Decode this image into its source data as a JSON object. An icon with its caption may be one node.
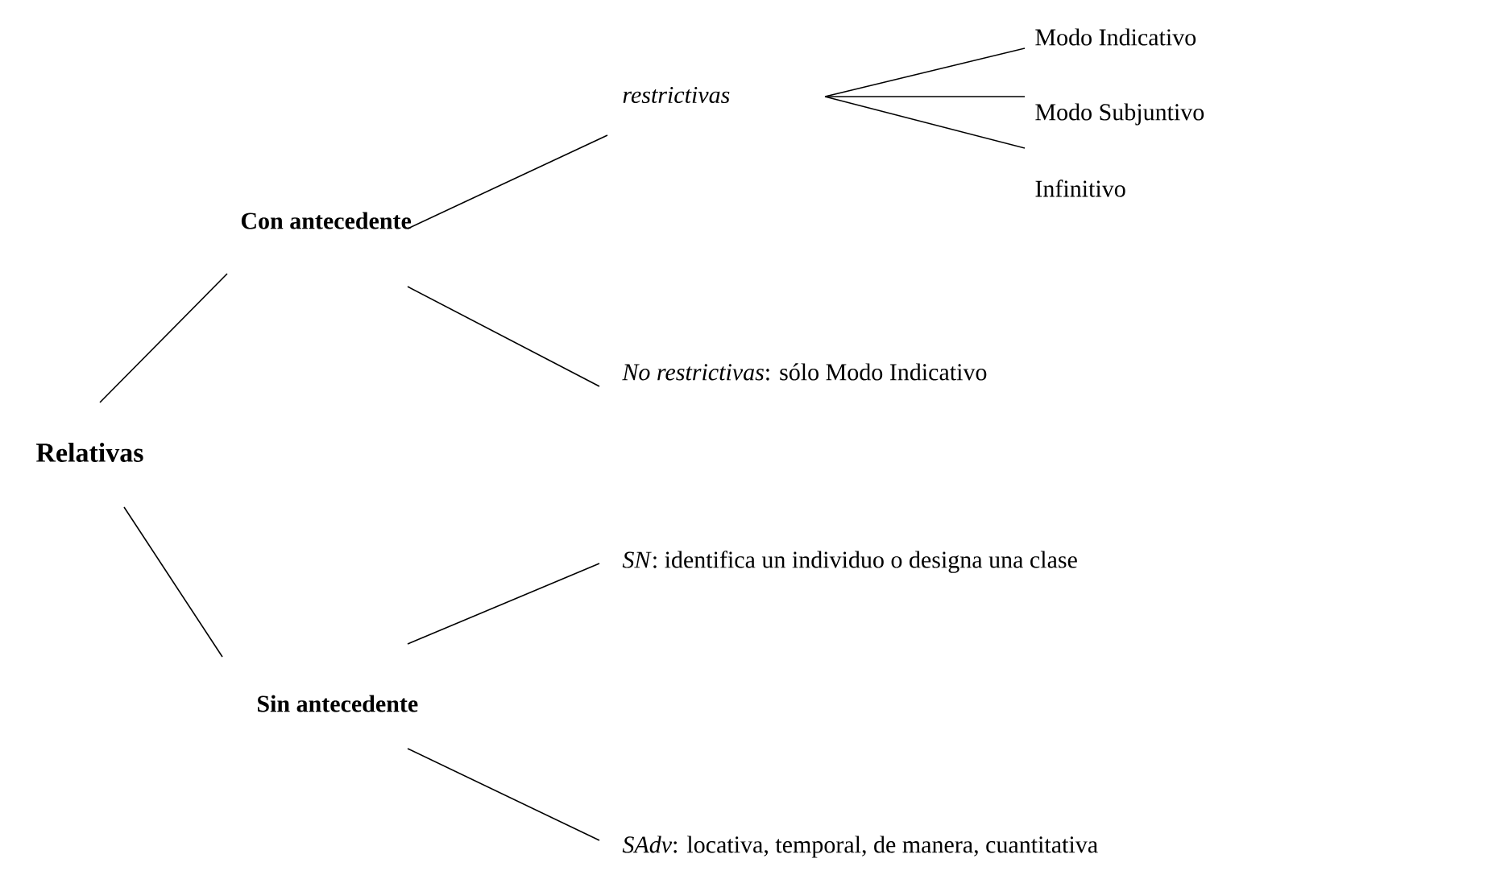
{
  "diagram": {
    "nodes": [
      {
        "text": [
          "Relativas"
        ]
      },
      {
        "text": [
          "Con antecedente"
        ]
      },
      {
        "text": [
          "restrictivas"
        ]
      },
      {
        "text": [
          "Modo Indicativo"
        ]
      },
      {
        "text": [
          "Modo Subjuntivo"
        ]
      },
      {
        "text": [
          "Infinitivo"
        ]
      },
      {
        "text": [
          "*No restrictivas*: sólo Modo Indicativo"
        ]
      },
      {
        "text": [
          "Sin antecedente"
        ]
      },
      {
        "text": [
          "*SN*: identifica un individuo o designa una clase"
        ]
      },
      {
        "text": [
          "*SAdv*: locativa, temporal, de manera, cuantitativa"
        ]
      }
    ],
    "edges": [
      {
        "from": 0,
        "to": 1,
        "arrow": "none"
      },
      {
        "from": 1,
        "to": 2,
        "arrow": "none"
      },
      {
        "from": 2,
        "to": 3,
        "arrow": "none"
      },
      {
        "from": 2,
        "to": 4,
        "arrow": "none"
      },
      {
        "from": 2,
        "to": 5,
        "arrow": "none"
      },
      {
        "from": 1,
        "to": 6,
        "arrow": "none"
      },
      {
        "from": 0,
        "to": 7,
        "arrow": "none"
      },
      {
        "from": 7,
        "to": 8,
        "arrow": "none"
      },
      {
        "from": 7,
        "to": 9,
        "arrow": "none"
      }
    ]
  }
}
